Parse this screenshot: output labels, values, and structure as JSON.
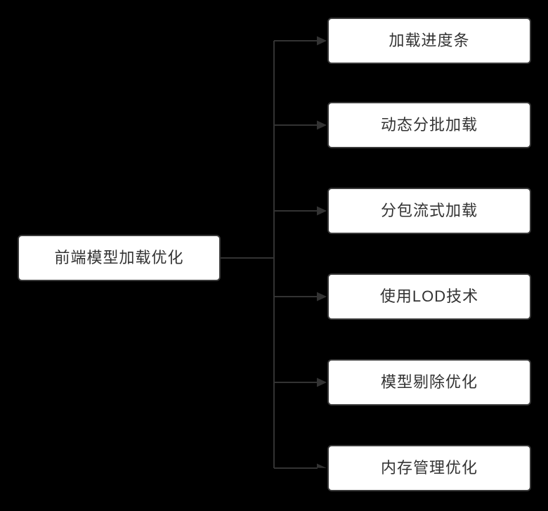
{
  "diagram": {
    "type": "flowchart-mindmap",
    "root": {
      "label": "前端模型加载优化"
    },
    "children": [
      {
        "label": "加载进度条"
      },
      {
        "label": "动态分批加载"
      },
      {
        "label": "分包流式加载"
      },
      {
        "label": "使用LOD技术"
      },
      {
        "label": "模型剔除优化"
      },
      {
        "label": "内存管理优化"
      }
    ],
    "edges": [
      {
        "from": "前端模型加载优化",
        "to": "加载进度条"
      },
      {
        "from": "前端模型加载优化",
        "to": "动态分批加载"
      },
      {
        "from": "前端模型加载优化",
        "to": "分包流式加载"
      },
      {
        "from": "前端模型加载优化",
        "to": "使用LOD技术"
      },
      {
        "from": "前端模型加载优化",
        "to": "模型剔除优化"
      },
      {
        "from": "前端模型加载优化",
        "to": "内存管理优化"
      }
    ]
  },
  "colors": {
    "background": "#000000",
    "node_fill": "#ffffff",
    "node_border": "#3a3a3a",
    "node_text": "#333333",
    "line": "#333333"
  }
}
